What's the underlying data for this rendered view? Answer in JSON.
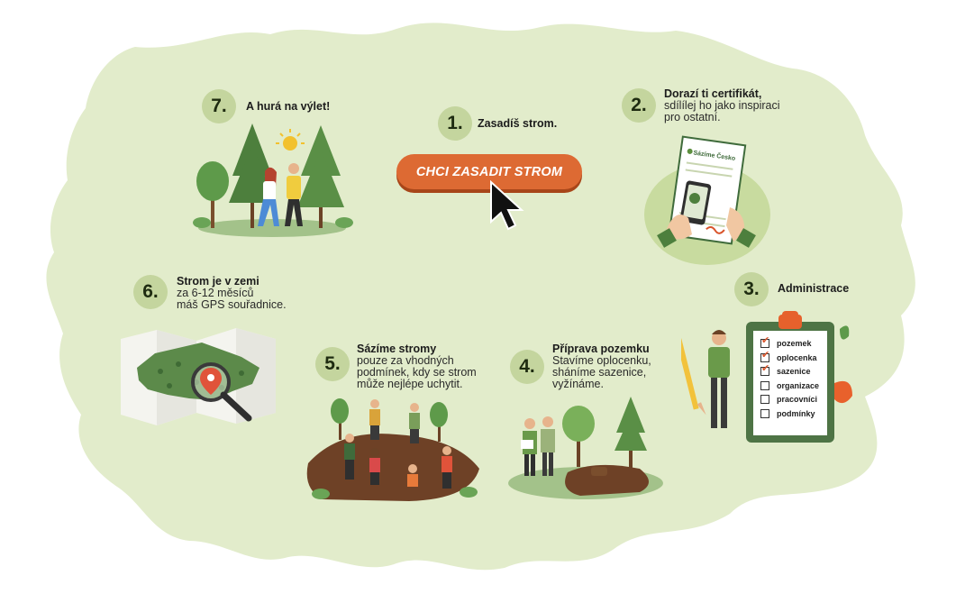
{
  "cta": {
    "label": "CHCI ZASADIT STROM"
  },
  "steps": [
    {
      "number": "1.",
      "title": "Zasadíš strom.",
      "description": []
    },
    {
      "number": "2.",
      "title": "Dorazí ti certifikát,",
      "description": [
        "sdílílej ho jako inspiraci",
        "pro ostatní."
      ]
    },
    {
      "number": "3.",
      "title": "Administrace",
      "description": []
    },
    {
      "number": "4.",
      "title": "Příprava pozemku",
      "description": [
        "Stavíme oplocenku,",
        "sháníme sazenice,",
        "vyžínáme."
      ]
    },
    {
      "number": "5.",
      "title": "Sázíme stromy",
      "description": [
        "pouze za vhodných",
        "podmínek, kdy se strom",
        "může nejlépe uchytit."
      ]
    },
    {
      "number": "6.",
      "title": "Strom je v zemi",
      "description": [
        "za 6-12 měsíců",
        "máš GPS souřadnice."
      ]
    },
    {
      "number": "7.",
      "title": "A hurá na výlet!",
      "description": []
    }
  ],
  "certificate": {
    "brand": "Sázíme Česko"
  },
  "checklist": [
    {
      "label": "pozemek",
      "checked": true
    },
    {
      "label": "oplocenka",
      "checked": true
    },
    {
      "label": "sazenice",
      "checked": true
    },
    {
      "label": "organizace",
      "checked": false
    },
    {
      "label": "pracovníci",
      "checked": false
    },
    {
      "label": "podmínky",
      "checked": false
    }
  ],
  "colors": {
    "background_blob": "#e2eccb",
    "number_circle": "#c4d59e",
    "cta": "#dd6a33",
    "cta_shadow": "#a84619",
    "check": "#d9542b"
  }
}
